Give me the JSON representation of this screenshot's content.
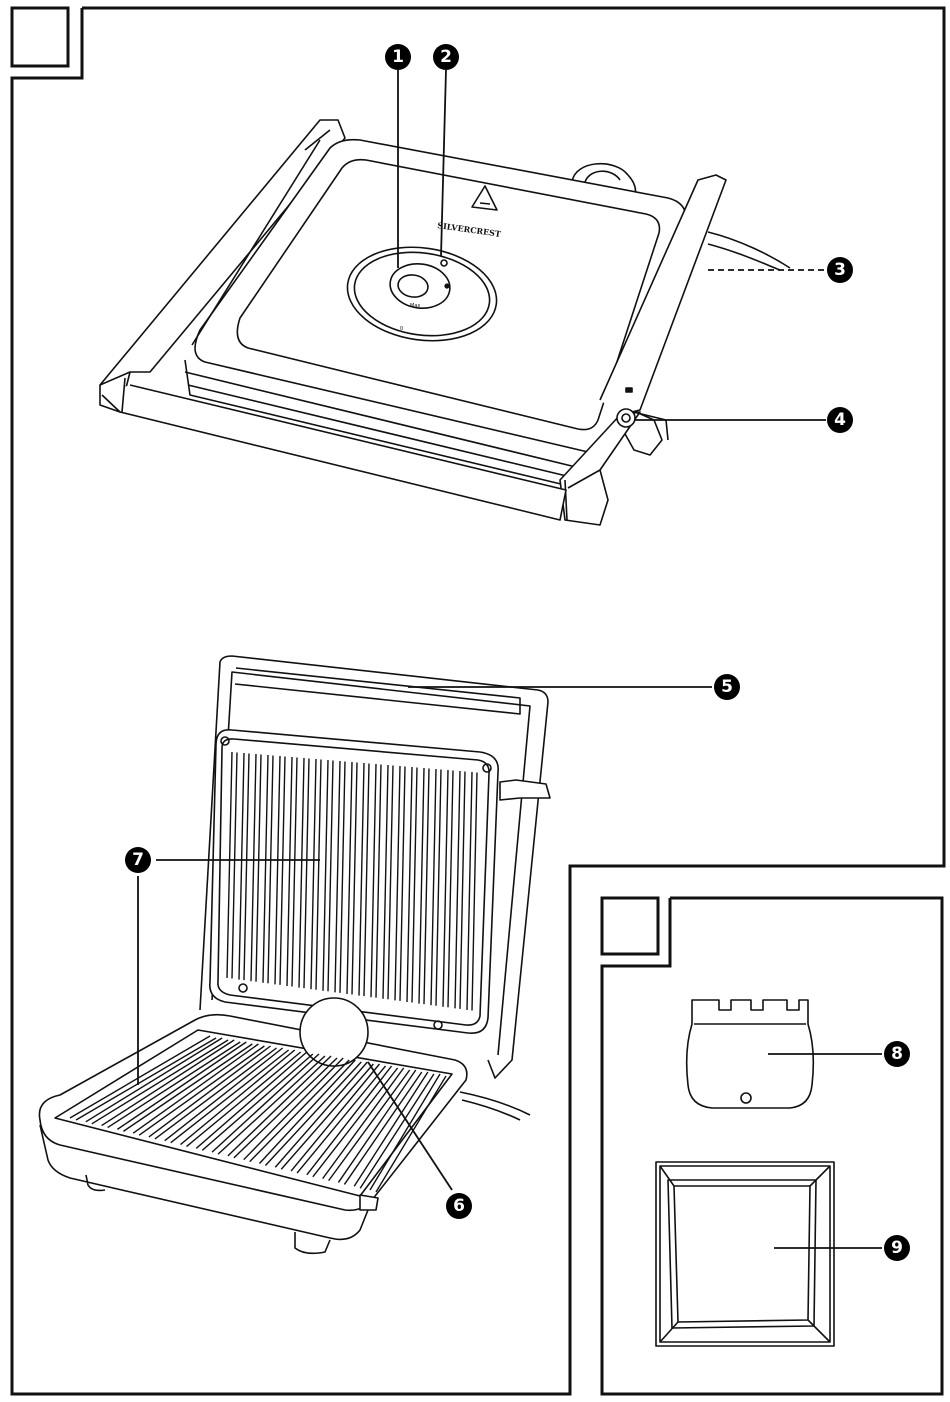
{
  "page": {
    "title": ""
  },
  "panels": {
    "main": {
      "label": ""
    },
    "accessories": {
      "label": ""
    }
  },
  "product": {
    "brand": "SILVERCREST",
    "dial_labels": {
      "max": "Max",
      "min": "0"
    }
  },
  "callouts": [
    {
      "id": "1",
      "label": "1",
      "part": ""
    },
    {
      "id": "2",
      "label": "2",
      "part": ""
    },
    {
      "id": "3",
      "label": "3",
      "part": ""
    },
    {
      "id": "4",
      "label": "4",
      "part": ""
    },
    {
      "id": "5",
      "label": "5",
      "part": ""
    },
    {
      "id": "6",
      "label": "6",
      "part": ""
    },
    {
      "id": "7",
      "label": "7",
      "part": ""
    },
    {
      "id": "8",
      "label": "8",
      "part": ""
    },
    {
      "id": "9",
      "label": "9",
      "part": ""
    }
  ],
  "colors": {
    "line": "#111111",
    "background": "#ffffff",
    "callout_fill": "#000000"
  }
}
